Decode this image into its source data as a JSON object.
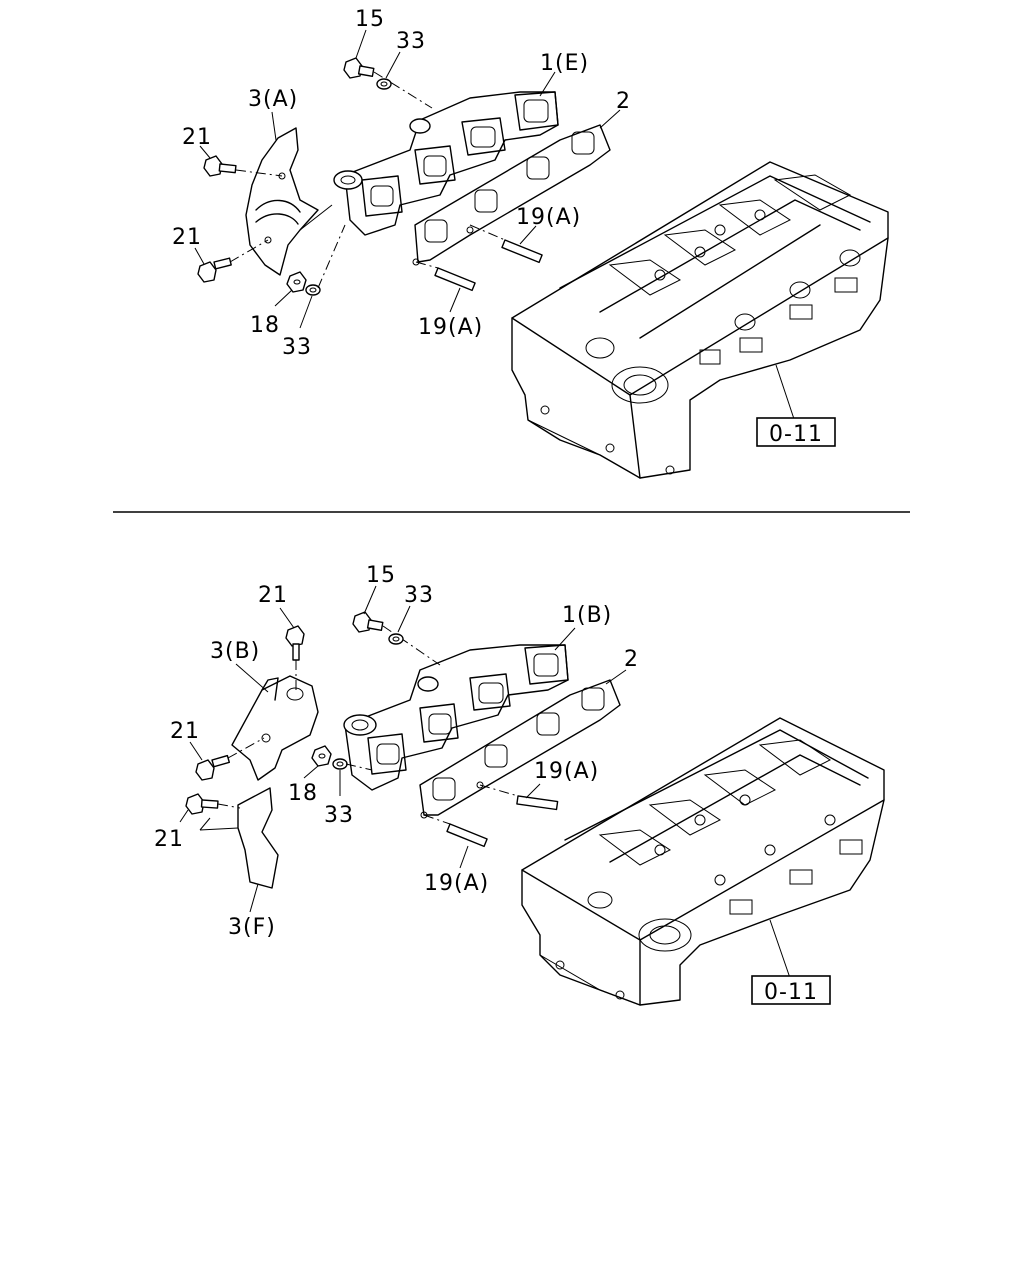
{
  "upper": {
    "labels": {
      "p15": "15",
      "p33a": "33",
      "p1": "1(E)",
      "p2": "2",
      "p3": "3(A)",
      "p21a": "21",
      "p21b": "21",
      "p19a": "19(A)",
      "p19b": "19(A)",
      "p18": "18",
      "p33b": "33"
    },
    "ref": "0-11"
  },
  "lower": {
    "labels": {
      "p15": "15",
      "p33a": "33",
      "p21a": "21",
      "p1": "1(B)",
      "p2": "2",
      "p3b": "3(B)",
      "p21b": "21",
      "p19a": "19(A)",
      "p18": "18",
      "p33b": "33",
      "p21c": "21",
      "p19b": "19(A)",
      "p3f": "3(F)"
    },
    "ref": "0-11"
  }
}
